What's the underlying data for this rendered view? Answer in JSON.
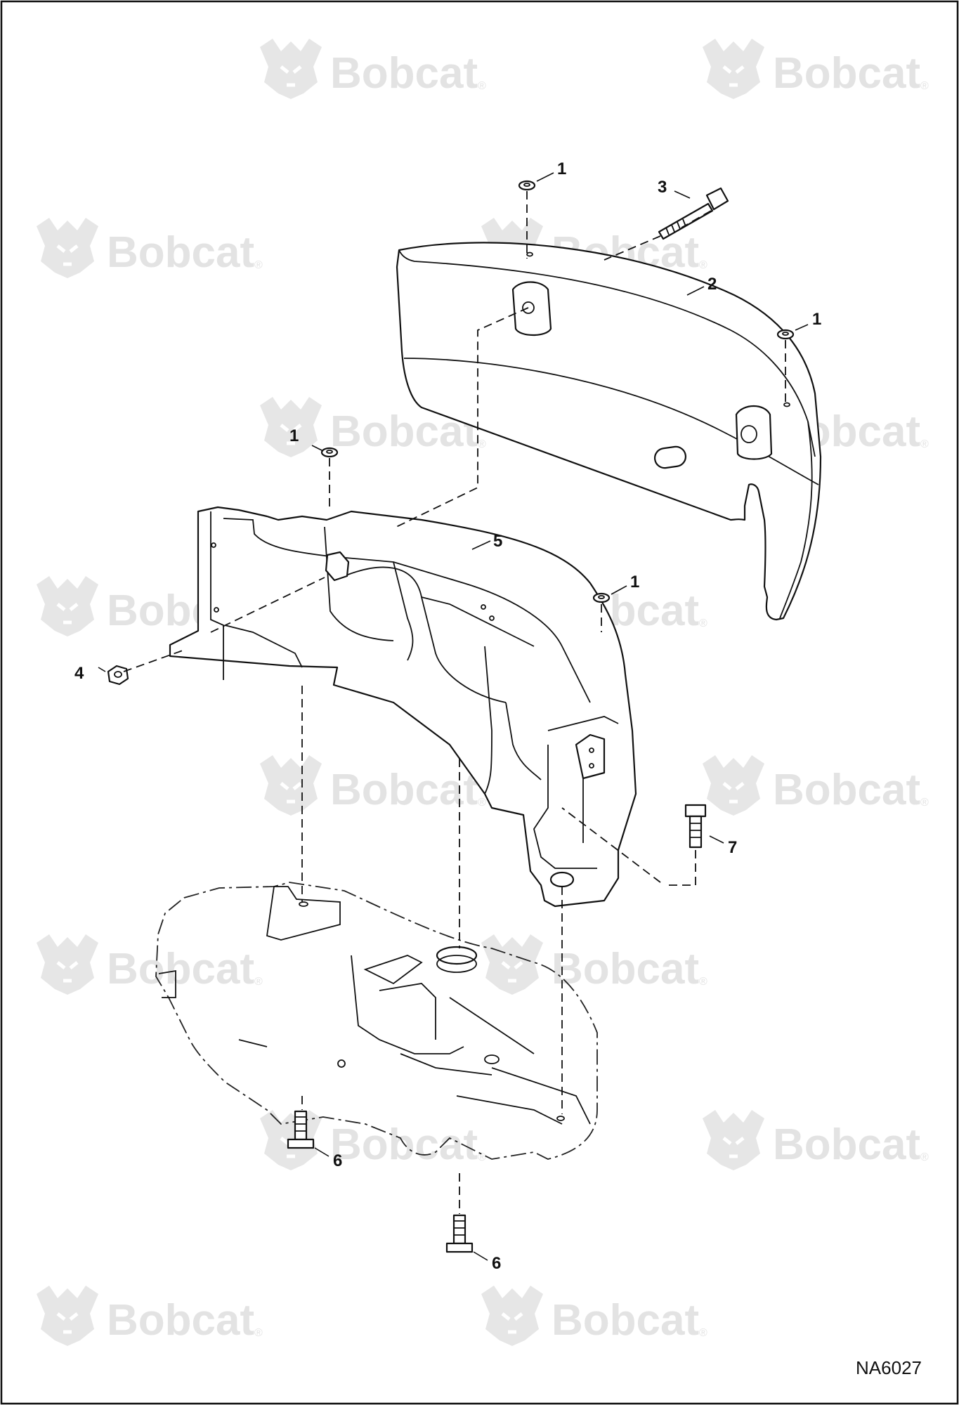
{
  "watermark": {
    "brand": "Bobcat",
    "mark": "®"
  },
  "callouts": {
    "washer_top_center": "1",
    "bolt_long": "3",
    "counterweight": "2",
    "washer_right": "1",
    "washer_left": "1",
    "bracket": "5",
    "washer_bracket": "1",
    "nut": "4",
    "bolt_side": "7",
    "bolt_bottom_left": "6",
    "bolt_bottom_center": "6"
  },
  "figure_id": "NA6027"
}
